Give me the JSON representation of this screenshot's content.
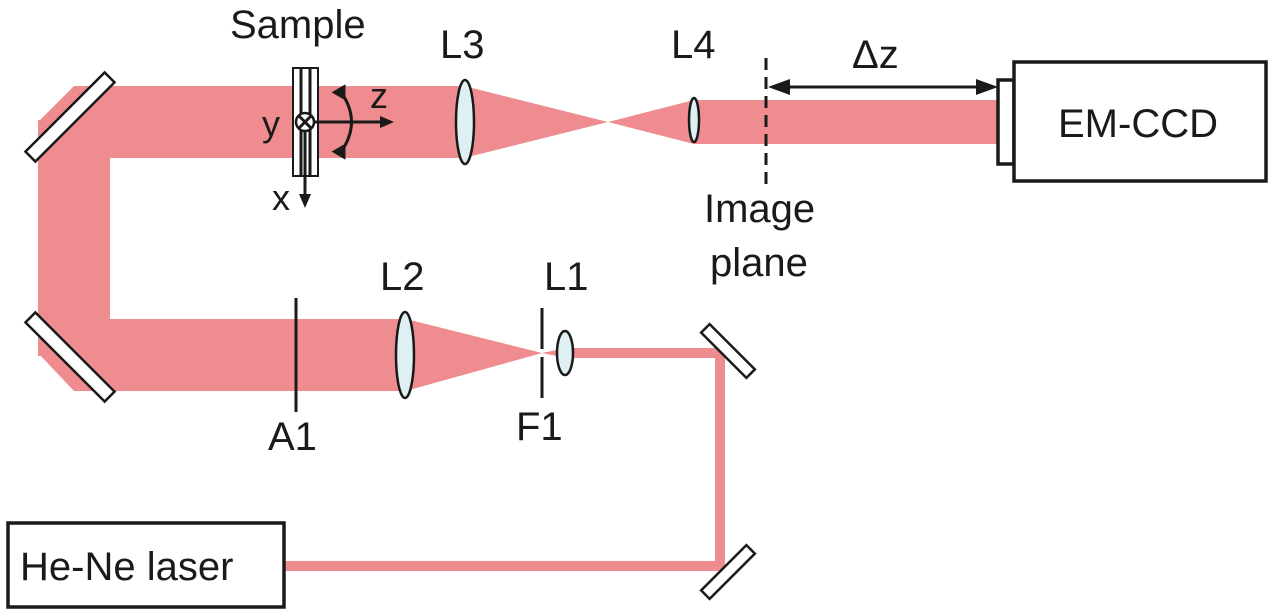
{
  "labels": {
    "sample": "Sample",
    "l1": "L1",
    "l2": "L2",
    "l3": "L3",
    "l4": "L4",
    "a1": "A1",
    "f1": "F1",
    "image_plane_line1": "Image",
    "image_plane_line2": "plane",
    "delta_z": "Δz",
    "detector": "EM-CCD",
    "laser": "He-Ne laser",
    "axis_x": "x",
    "axis_y": "y",
    "axis_z": "z"
  },
  "colors": {
    "beam": "#ef8c8f",
    "lens_fill": "#dff0f5",
    "line": "#1a1a1a"
  }
}
